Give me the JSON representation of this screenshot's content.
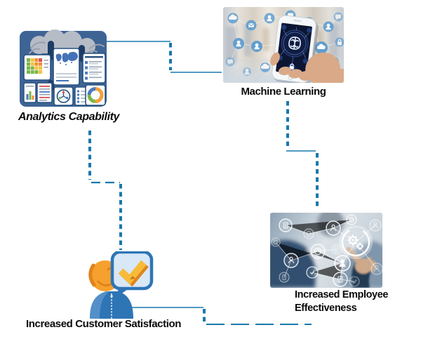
{
  "page": {
    "background_color": "#ffffff"
  },
  "diagram": {
    "connector_color": "#1878ad",
    "label_color": "#0a0a0a",
    "nodes": {
      "analytics": {
        "label": "Analytics Capability",
        "image_name": "analytics-dashboard-illustration",
        "palette": {
          "panel_blue": "#3e6495",
          "cloud_gray": "#b6bcc6",
          "card_border": "#27507f",
          "heat_green": "#7ab648",
          "heat_yellow": "#f0c33c",
          "heat_orange": "#ef8f3a",
          "heat_red": "#d9534f"
        }
      },
      "machine_learning": {
        "label": "Machine Learning",
        "image_name": "hand-holding-smartphone-ai-brain-photo",
        "overlay_icons": [
          "cloud-icon",
          "user-icon",
          "chat-icon",
          "lock-icon",
          "envelope-icon",
          "brain-icon"
        ],
        "palette": {
          "icon_blue": "#5b9bd0",
          "screen_navy": "#0c1531",
          "skin": "#d9a988"
        }
      },
      "customer_satisfaction": {
        "label": "Increased Customer Satisfaction",
        "image_name": "support-agent-speech-bubble-checkmark-illustration",
        "palette": {
          "body_blue": "#2e75b6",
          "head_orange": "#f6a02d",
          "check_yellow": "#f7bb3a",
          "check_orange": "#e0831c",
          "bubble_fill": "#d9e8f7"
        }
      },
      "employee_effectiveness": {
        "label_lines": [
          "Increased Employee",
          "Effectiveness"
        ],
        "image_name": "businessman-touching-people-network-photo",
        "overlay_icons": [
          "user-icon",
          "document-icon",
          "gear-icon",
          "clock-icon",
          "check-icon",
          "phone-icon"
        ],
        "palette": {
          "suit_navy": "#31506f",
          "bg_gray_blue": "#b9c6d1",
          "icon_white": "#ffffff",
          "skin": "#cda98b"
        }
      }
    }
  }
}
